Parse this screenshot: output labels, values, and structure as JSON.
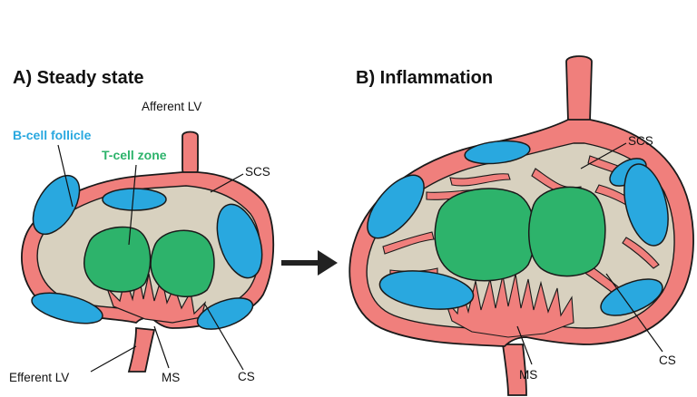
{
  "panels": {
    "a_title": "A) Steady state",
    "b_title": "B) Inflammation"
  },
  "labels": {
    "a_afferent_lv": "Afferent LV",
    "a_b_cell_follicle": "B-cell follicle",
    "a_t_cell_zone": "T-cell zone",
    "a_scs": "SCS",
    "a_efferent_lv": "Efferent LV",
    "a_ms": "MS",
    "a_cs": "CS",
    "b_scs": "SCS",
    "b_ms": "MS",
    "b_cs": "CS"
  },
  "colors": {
    "lymphatic_vessel": "#f07f7c",
    "sinus_parenchyma": "#d8d1bf",
    "b_cell_follicle": "#29a8df",
    "t_cell_zone": "#2db36b",
    "outline": "#1a1a1a"
  }
}
